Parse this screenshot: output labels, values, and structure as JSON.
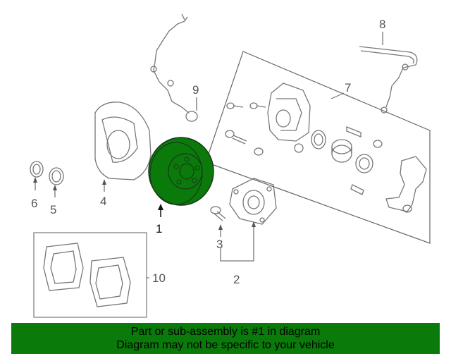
{
  "callouts": {
    "c1": "1",
    "c2": "2",
    "c3": "3",
    "c4": "4",
    "c5": "5",
    "c6": "6",
    "c7": "7",
    "c8": "8",
    "c9": "9",
    "c10": "10"
  },
  "colors": {
    "highlight": "#0a7a0a",
    "line": "#555555"
  },
  "banner": {
    "line1": "Part or sub-assembly is #1 in diagram",
    "line2": "Diagram may not be specific to your vehicle"
  }
}
